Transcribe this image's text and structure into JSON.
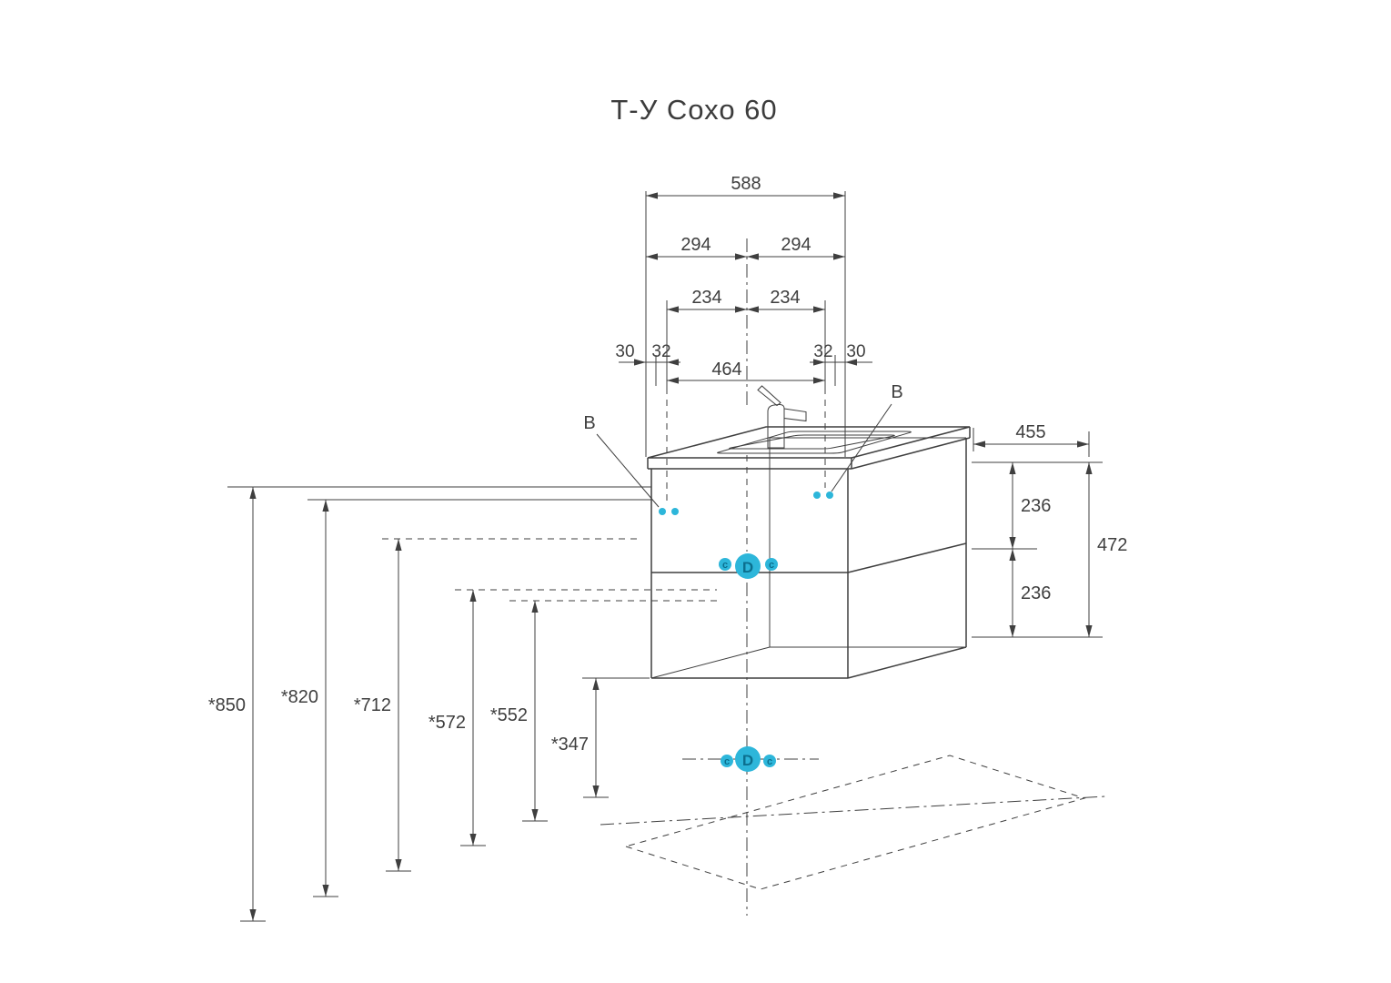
{
  "title": "Т-У Сохо 60",
  "colors": {
    "line": "#3f3f3f",
    "accent": "#2db6da",
    "accent_letter": "#0c6f8e"
  },
  "top_dims": {
    "total_width": "588",
    "half_left": "294",
    "half_right": "294",
    "hole_left": "234",
    "hole_right": "234",
    "edge_left": "30",
    "offset_left": "32",
    "span_center": "464",
    "offset_right": "32",
    "edge_right": "30"
  },
  "right_dims": {
    "depth": "455",
    "upper_half": "236",
    "lower_half": "236",
    "height": "472"
  },
  "height_dims": {
    "h850": "*850",
    "h820": "*820",
    "h712": "*712",
    "h572": "*572",
    "h552": "*552",
    "h347": "*347"
  },
  "point_labels": {
    "b_left": "B",
    "b_right": "B"
  },
  "connection_labels": {
    "cabinet_drain": "D",
    "cabinet_left": "c",
    "cabinet_right": "c",
    "floor_drain": "D",
    "floor_left": "c",
    "floor_right": "c"
  }
}
